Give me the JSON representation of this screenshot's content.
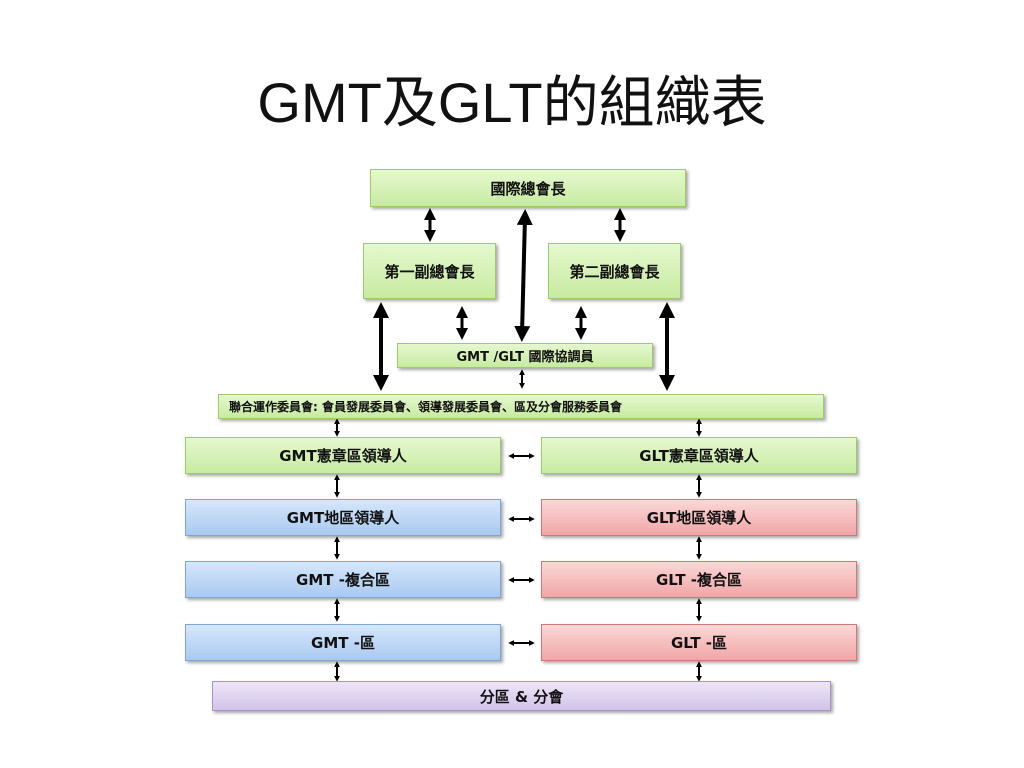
{
  "title": "GMT及GLT的組織表",
  "boxes": {
    "president": "國際總會長",
    "vp1": "第一副總會長",
    "vp2": "第二副總會長",
    "coordinator": "GMT /GLT 國際協調員",
    "joint_committee": "聯合運作委員會: 會員發展委員會、領導發展委員會、區及分會服務委員會",
    "gmt_constitutional": "GMT憲章區領導人",
    "glt_constitutional": "GLT憲章區領導人",
    "gmt_district": "GMT地區領導人",
    "glt_district": "GLT地區領導人",
    "gmt_multiple": "GMT -複合區",
    "glt_multiple": "GLT -複合區",
    "gmt_zone": "GMT -區",
    "glt_zone": "GLT -區",
    "region_club": "分區 & 分會"
  },
  "colors": {
    "green": "#c7eba0",
    "blue": "#a9c9f0",
    "red": "#f1a6a6",
    "purple": "#d2c3ea"
  }
}
